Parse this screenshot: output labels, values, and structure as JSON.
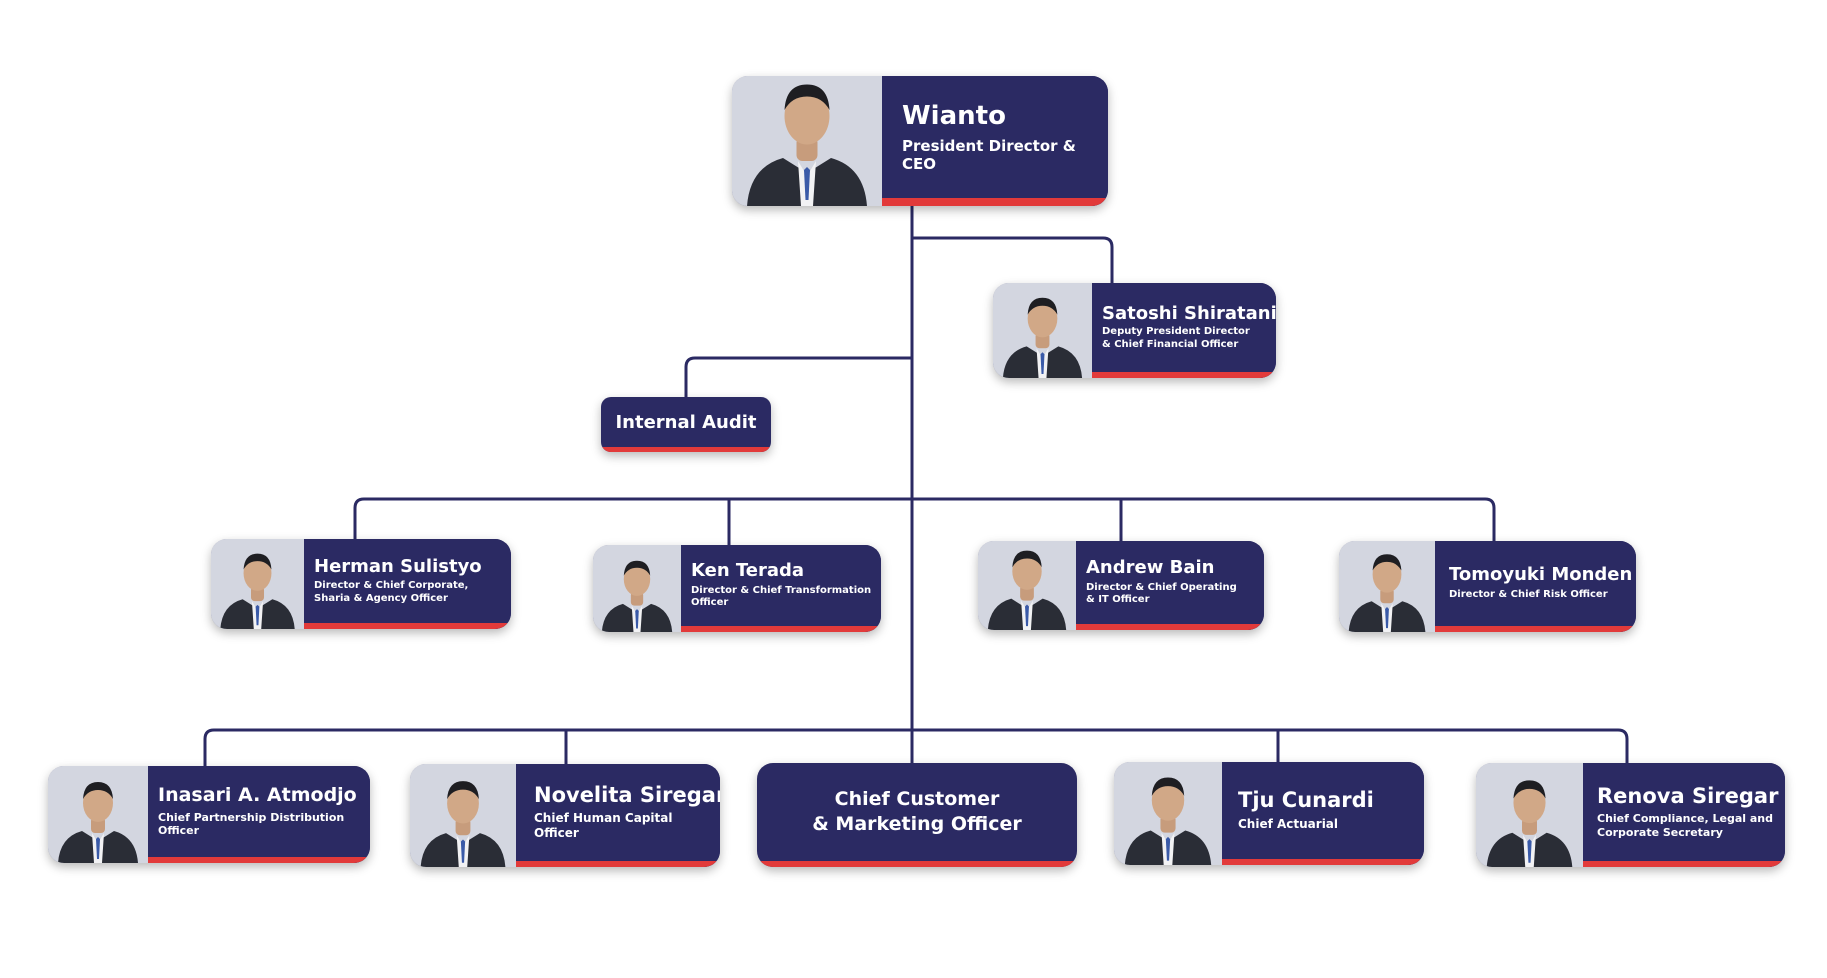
{
  "colors": {
    "navy": "#2b2a63",
    "accent_red": "#e23a3a",
    "connector": "#2b2a63",
    "photo_bg": "#d6d8e2"
  },
  "ceo": {
    "name": "Wianto",
    "title": "President Director & CEO",
    "photo_icon": "person-portrait-icon"
  },
  "deputy": {
    "name": "Satoshi Shiratani",
    "title_line1": "Deputy President Director",
    "title_line2": "& Chief Financial Officer",
    "photo_icon": "person-portrait-icon"
  },
  "internal_audit": {
    "label": "Internal Audit"
  },
  "directors": [
    {
      "name": "Herman Sulistyo",
      "title_line1": "Director & Chief Corporate,",
      "title_line2": "Sharia & Agency Officer",
      "photo_icon": "person-portrait-icon"
    },
    {
      "name": "Ken Terada",
      "title_line1": "Director & Chief Transformation",
      "title_line2": "Officer",
      "photo_icon": "person-portrait-icon"
    },
    {
      "name": "Andrew Bain",
      "title_line1": "Director & Chief Operating",
      "title_line2": "& IT Officer",
      "photo_icon": "person-portrait-icon"
    },
    {
      "name": "Tomoyuki Monden",
      "title_line1": "Director & Chief Risk Officer",
      "photo_icon": "person-portrait-icon"
    }
  ],
  "chiefs": [
    {
      "name": "Inasari A. Atmodjo",
      "title_line1": "Chief Partnership Distribution",
      "title_line2": "Officer",
      "photo_icon": "person-portrait-icon"
    },
    {
      "name": "Novelita Siregar",
      "title_line1": "Chief Human Capital Officer",
      "photo_icon": "person-portrait-icon"
    },
    {
      "line1": "Chief Customer",
      "line2": "& Marketing Officer"
    },
    {
      "name": "Tju Cunardi",
      "title_line1": "Chief Actuarial",
      "photo_icon": "person-portrait-icon"
    },
    {
      "name": "Renova Siregar",
      "title_line1": "Chief Compliance, Legal and",
      "title_line2": "Corporate Secretary",
      "photo_icon": "person-portrait-icon"
    }
  ]
}
